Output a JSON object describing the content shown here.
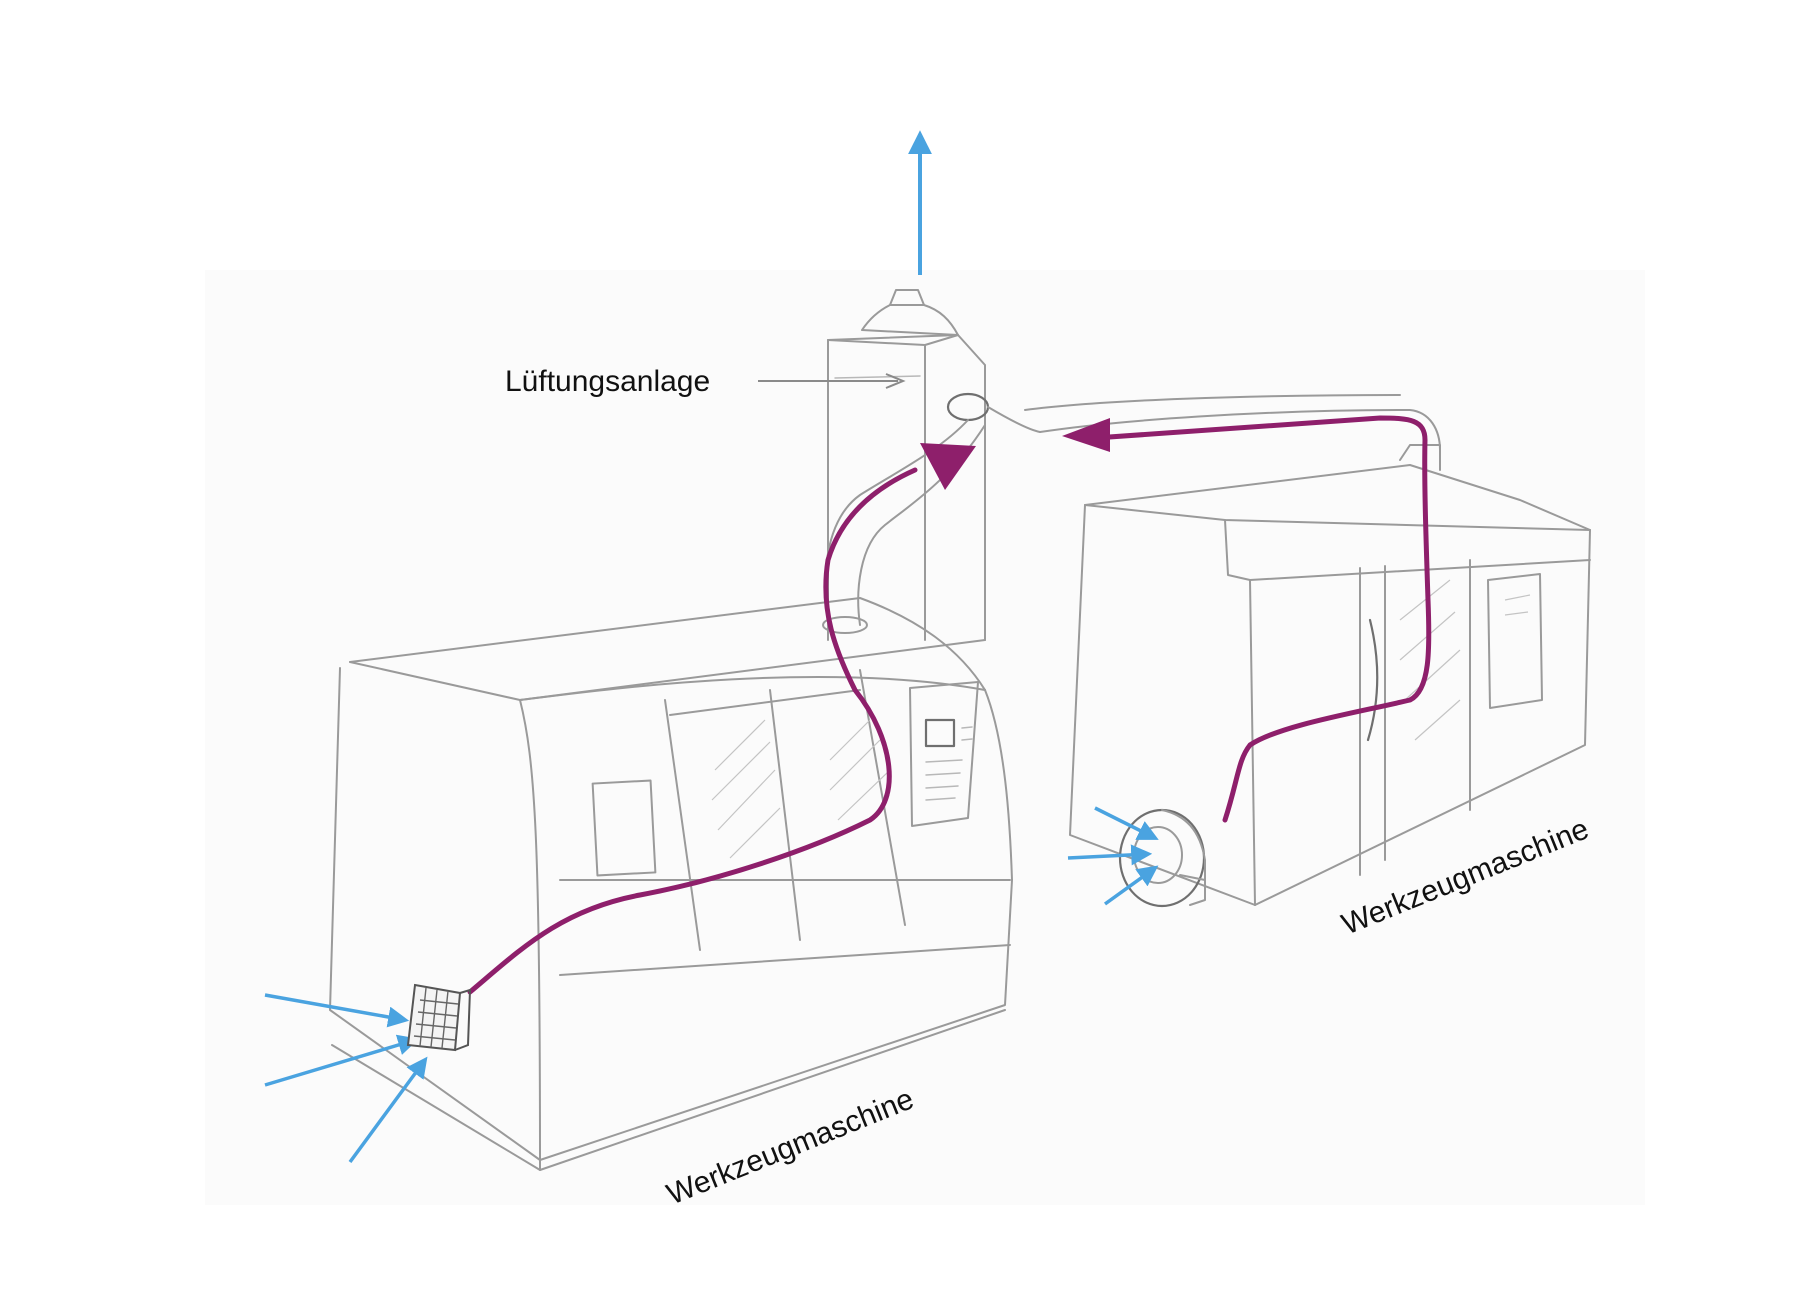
{
  "labels": {
    "ventilation_unit": "Lüftungsanlage",
    "machine_left": "Werkzeugmaschine",
    "machine_right": "Werkzeugmaschine"
  },
  "colors": {
    "fresh_air": "#4aa3e0",
    "exhaust_air": "#8e1f6b",
    "sketch": "#9a9a9a",
    "text": "#111111"
  },
  "icons": {
    "intake_left": "grille-icon",
    "intake_right": "fan-icon"
  }
}
